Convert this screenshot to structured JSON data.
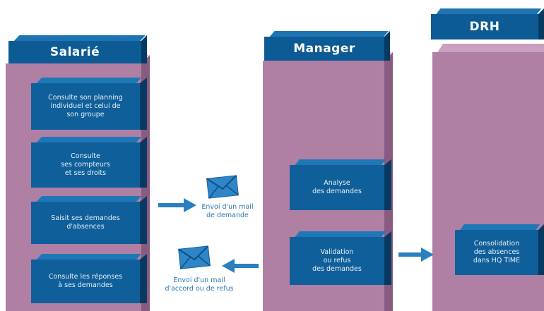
{
  "columns": [
    {
      "title": "Salarié",
      "boxes": [
        "Consulte son planning\nindividuel et celui de\nson groupe",
        "Consulte\nses compteurs\net ses droits",
        "Saisit ses demandes\nd'absences",
        "Consulte les réponses\nà ses demandes"
      ]
    },
    {
      "title": "Manager",
      "boxes": [
        "Analyse\ndes demandes",
        "Validation\nou refus\ndes demandes"
      ]
    },
    {
      "title": "DRH",
      "boxes": [
        "Consolidation\ndes absences\ndans HQ TIME"
      ]
    }
  ],
  "mails": [
    {
      "label": "Envoi d'un mail\nde demande"
    },
    {
      "label": "Envoi d'un mail\nd'accord ou de refus"
    }
  ],
  "colors": {
    "pillar": "#b07fa4",
    "block": "#0f5f9a",
    "arrow": "#2a7fc0",
    "mail_text": "#2a78b3"
  }
}
